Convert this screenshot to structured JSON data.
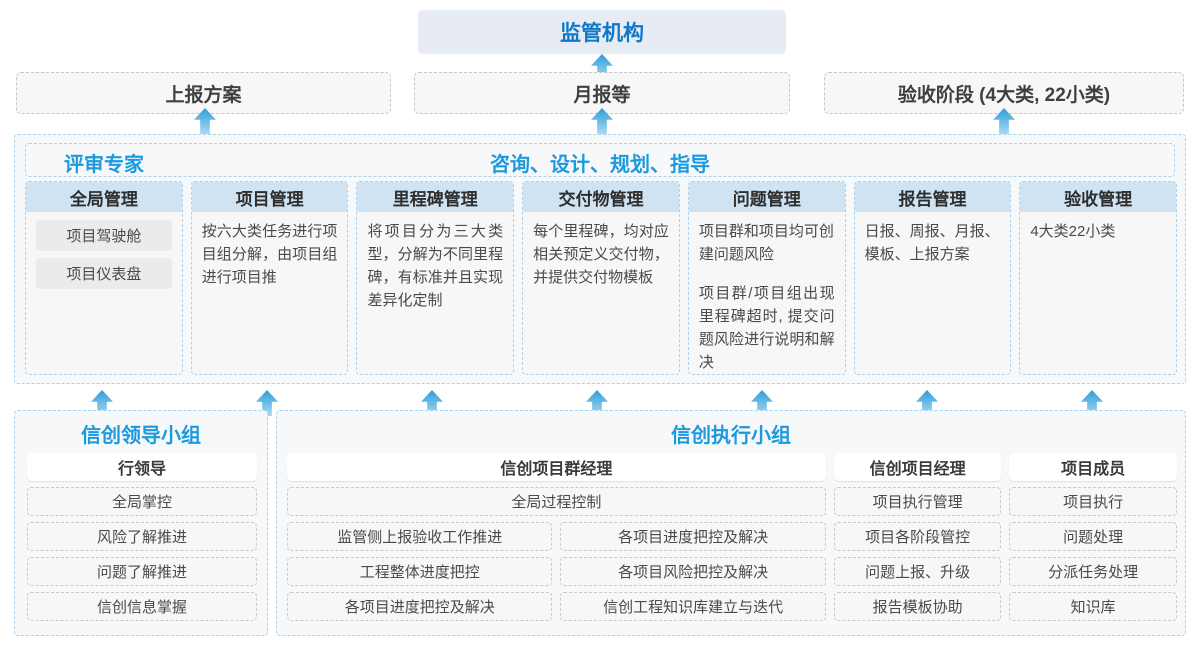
{
  "top": {
    "authority": "监管机构"
  },
  "reports": [
    {
      "label": "上报方案"
    },
    {
      "label": "月报等"
    },
    {
      "label": "验收阶段 (4大类, 22小类)"
    }
  ],
  "middle": {
    "banner_left": "评审专家",
    "banner_center": "咨询、设计、规划、指导",
    "columns": [
      {
        "head": "全局管理",
        "pills": [
          "项目驾驶舱",
          "项目仪表盘"
        ],
        "paras": []
      },
      {
        "head": "项目管理",
        "pills": [],
        "paras": [
          "按六大类任务进行项目组分解，由项目组进行项目推"
        ]
      },
      {
        "head": "里程碑管理",
        "pills": [],
        "paras": [
          "将项目分为三大类型，分解为不同里程碑，有标准并且实现差异化定制"
        ]
      },
      {
        "head": "交付物管理",
        "pills": [],
        "paras": [
          "每个里程碑，均对应相关预定义交付物，并提供交付物模板"
        ]
      },
      {
        "head": "问题管理",
        "pills": [],
        "paras": [
          "项目群和项目均可创建问题风险",
          "项目群/项目组出现里程碑超时, 提交问题风险进行说明和解决"
        ]
      },
      {
        "head": "报告管理",
        "pills": [],
        "paras": [
          "日报、周报、月报、模板、上报方案"
        ]
      },
      {
        "head": "验收管理",
        "pills": [],
        "paras": [
          "4大类22小类"
        ]
      }
    ]
  },
  "bottom": {
    "leadership": {
      "title": "信创领导小组",
      "head": "行领导",
      "items": [
        "全局掌控",
        "风险了解推进",
        "问题了解推进",
        "信创信息掌握"
      ]
    },
    "execution": {
      "title": "信创执行小组",
      "program_manager": {
        "head": "信创项目群经理",
        "full_width_item": "全局过程控制",
        "rows": [
          [
            "监管侧上报验收工作推进",
            "各项目进度把控及解决"
          ],
          [
            "工程整体进度把控",
            "各项目风险把控及解决"
          ],
          [
            "各项目进度把控及解决",
            "信创工程知识库建立与迭代"
          ]
        ]
      },
      "project_manager": {
        "head": "信创项目经理",
        "items": [
          "项目执行管理",
          "项目各阶段管控",
          "问题上报、升级",
          "报告模板协助"
        ]
      },
      "project_member": {
        "head": "项目成员",
        "items": [
          "项目执行",
          "问题处理",
          "分派任务处理",
          "知识库"
        ]
      }
    }
  },
  "colors": {
    "accent": "#1b9ae0",
    "header_bg": "#cfe3f2",
    "top_bg": "#e6ebf4",
    "pill_bg": "#ebebeb",
    "arrow_top": "#2e9fd9",
    "arrow_bottom": "#a9d9f2"
  }
}
